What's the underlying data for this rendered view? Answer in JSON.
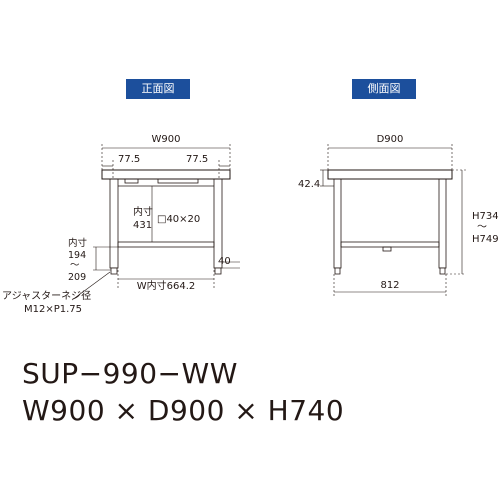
{
  "views": {
    "front_label": "正面図",
    "side_label": "側面図"
  },
  "front": {
    "width": "W900",
    "offset_left": "77.5",
    "offset_right": "77.5",
    "inner_label": "内寸",
    "inner_value": "431",
    "beam": "□40×20",
    "clearance_label": "内寸",
    "clearance_top": "194",
    "clearance_tilde": "～",
    "clearance_bottom": "209",
    "adjuster_label": "アジャスターネジ径",
    "adjuster_value": "M12×P1.75",
    "leg_size": "40",
    "inner_width": "W内寸664.2"
  },
  "side": {
    "depth": "D900",
    "top_thickness": "42.4",
    "height_min": "H734",
    "height_tilde": "～",
    "height_max": "H749",
    "inner_depth": "812"
  },
  "product": {
    "model": "SUP−990−WW",
    "dimensions": "W900 × D900 × H740"
  }
}
